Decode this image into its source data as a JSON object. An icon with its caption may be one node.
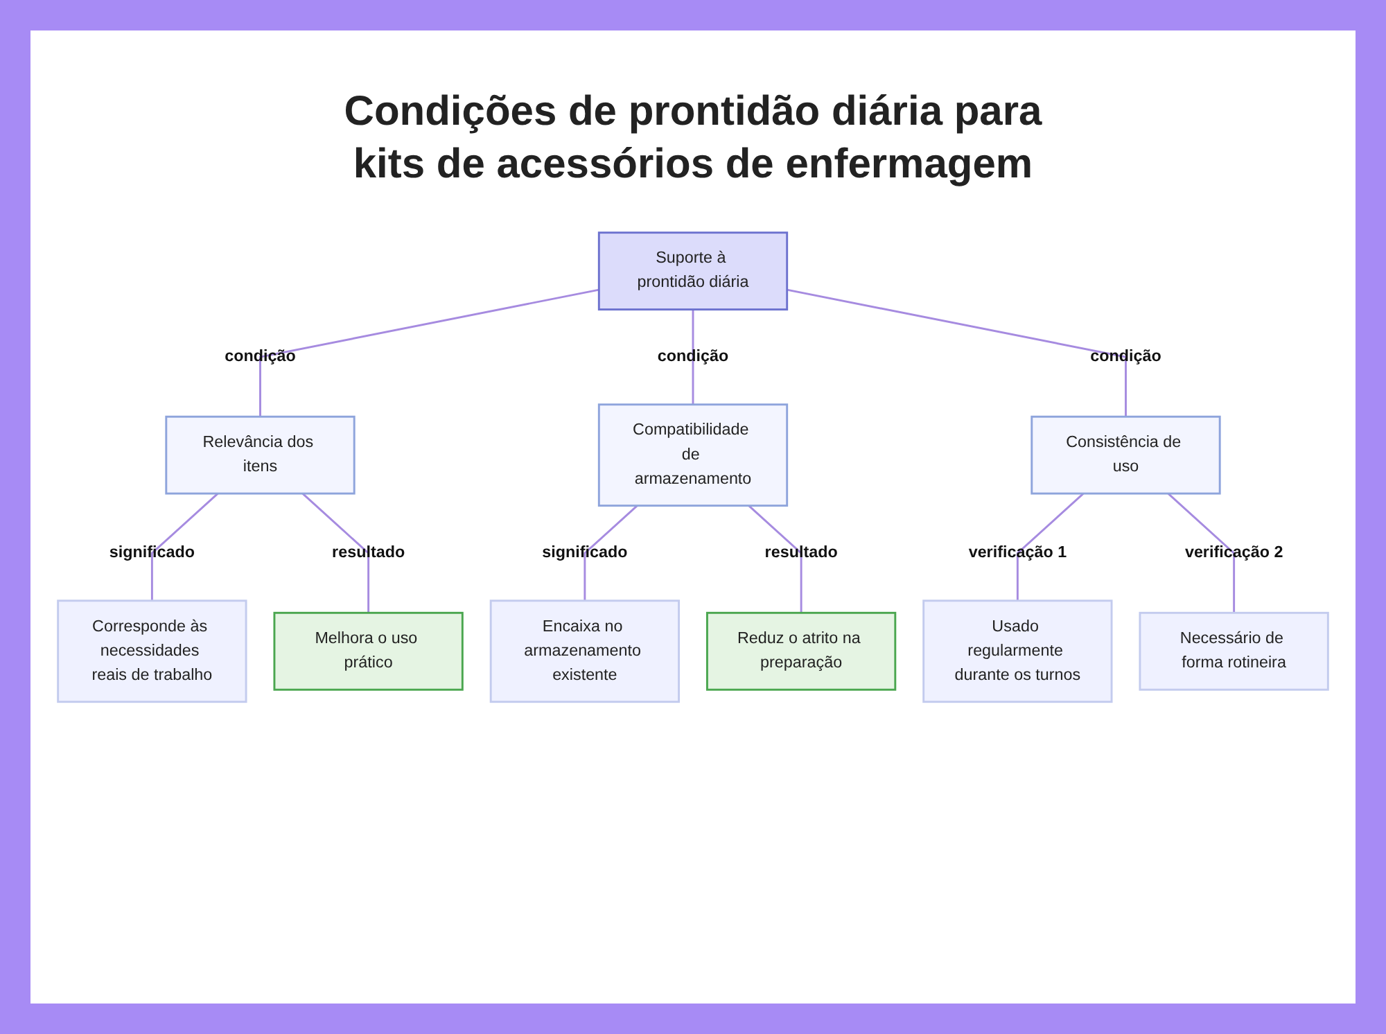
{
  "diagram": {
    "title": "Condições de prontidão diária para kits de acessórios de enfermagem",
    "nodes": [
      {
        "text": [
          "Suporte à prontidão diária"
        ]
      },
      {
        "text": [
          "Relevância dos itens"
        ]
      },
      {
        "text": [
          "Compatibilidade de armazenamento"
        ]
      },
      {
        "text": [
          "Consistência de uso"
        ]
      },
      {
        "text": [
          "Corresponde às necessidades reais de trabalho"
        ]
      },
      {
        "text": [
          "Melhora o uso prático"
        ]
      },
      {
        "text": [
          "Encaixa no armazenamento existente"
        ]
      },
      {
        "text": [
          "Reduz o atrito na preparação"
        ]
      },
      {
        "text": [
          "Usado regularmente durante os turnos"
        ]
      },
      {
        "text": [
          "Necessário de forma rotineira"
        ]
      }
    ],
    "edges": [
      {
        "from": 0,
        "to": 1,
        "arrow": "none",
        "label": "condição"
      },
      {
        "from": 0,
        "to": 2,
        "arrow": "none",
        "label": "condição"
      },
      {
        "from": 0,
        "to": 3,
        "arrow": "none",
        "label": "condição"
      },
      {
        "from": 1,
        "to": 4,
        "arrow": "none",
        "label": "significado"
      },
      {
        "from": 1,
        "to": 5,
        "arrow": "none",
        "label": "resultado"
      },
      {
        "from": 2,
        "to": 6,
        "arrow": "none",
        "label": "significado"
      },
      {
        "from": 2,
        "to": 7,
        "arrow": "none",
        "label": "resultado"
      },
      {
        "from": 3,
        "to": 8,
        "arrow": "none",
        "label": "verificação 1"
      },
      {
        "from": 3,
        "to": 9,
        "arrow": "none",
        "label": "verificação 2"
      }
    ]
  }
}
